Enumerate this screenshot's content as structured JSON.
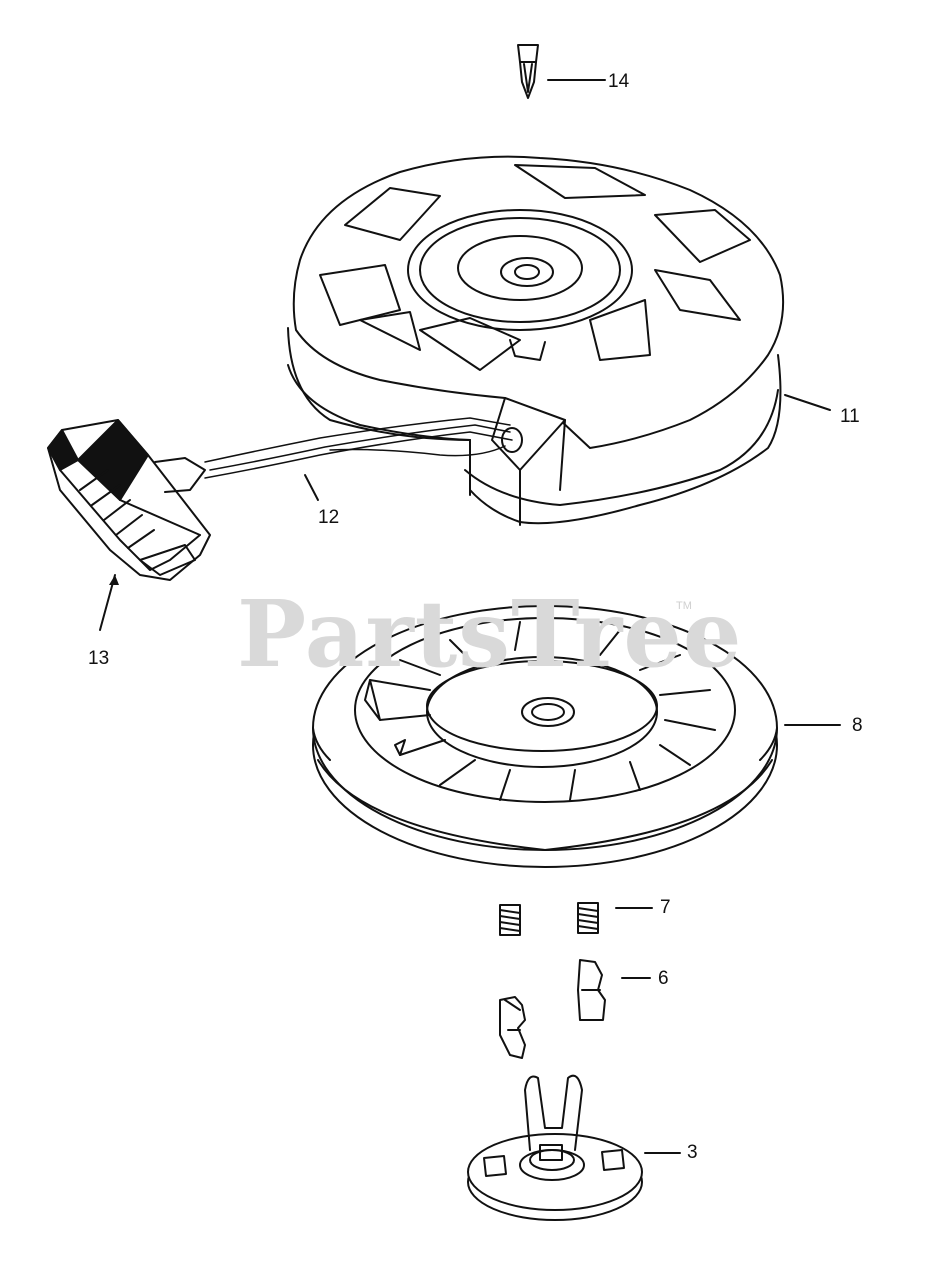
{
  "watermark": {
    "text": "PartsTree",
    "trademark": "TM"
  },
  "callouts": {
    "p14": "14",
    "p11": "11",
    "p12": "12",
    "p13": "13",
    "p8": "8",
    "p7": "7",
    "p6": "6",
    "p3": "3"
  },
  "colors": {
    "line": "#111111",
    "fill": "#ffffff",
    "watermark": "#d9d9d9"
  }
}
